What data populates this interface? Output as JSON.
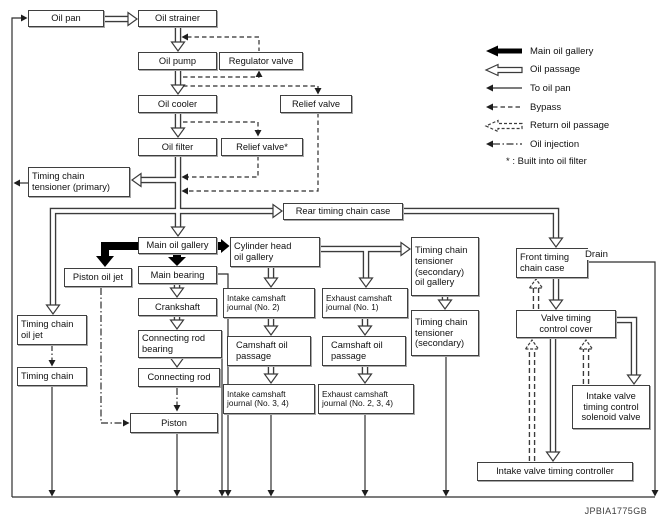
{
  "nodes": {
    "oil_pan": {
      "label": "Oil pan"
    },
    "oil_strainer": {
      "label": "Oil strainer"
    },
    "oil_pump": {
      "label": "Oil pump"
    },
    "regulator_valve": {
      "label": "Regulator valve"
    },
    "oil_cooler": {
      "label": "Oil cooler"
    },
    "relief_valve": {
      "label": "Relief valve"
    },
    "oil_filter": {
      "label": "Oil filter"
    },
    "relief_valve_star": {
      "label": "Relief valve*"
    },
    "tct_primary": {
      "label": "Timing chain\ntensioner (primary)"
    },
    "rear_case": {
      "label": "Rear timing chain case"
    },
    "main_gallery": {
      "label": "Main oil gallery"
    },
    "cyl_head_gallery": {
      "label": "Cylinder head\noil gallery"
    },
    "piston_oil_jet": {
      "label": "Piston oil jet"
    },
    "main_bearing": {
      "label": "Main bearing"
    },
    "crankshaft": {
      "label": "Crankshaft"
    },
    "conn_rod_bearing": {
      "label": "Connecting rod\nbearing"
    },
    "conn_rod": {
      "label": "Connecting rod"
    },
    "piston": {
      "label": "Piston"
    },
    "tc_oil_jet": {
      "label": "Timing chain\noil jet"
    },
    "timing_chain": {
      "label": "Timing chain"
    },
    "intake_cam_2": {
      "label": "Intake camshaft\njournal (No. 2)"
    },
    "exhaust_cam_1": {
      "label": "Exhaust camshaft\njournal (No. 1)"
    },
    "cam_passage_int": {
      "label": "Camshaft oil\npassage"
    },
    "cam_passage_exh": {
      "label": "Camshaft oil\npassage"
    },
    "intake_cam_34": {
      "label": "Intake camshaft\njournal (No. 3, 4)"
    },
    "exhaust_cam_234": {
      "label": "Exhaust camshaft\njournal (No. 2, 3, 4)"
    },
    "tct_sec_gallery": {
      "label": "Timing chain\ntensioner\n(secondary)\noil gallery"
    },
    "tct_secondary": {
      "label": "Timing chain\ntensioner\n(secondary)"
    },
    "front_case": {
      "label": "Front timing\nchain case"
    },
    "vtc_cover": {
      "label": "Valve timing\ncontrol cover"
    },
    "ivt_solenoid": {
      "label": "Intake valve\ntiming control\nsolenoid valve"
    },
    "ivt_controller": {
      "label": "Intake valve timing controller"
    }
  },
  "labels": {
    "drain": "Drain",
    "figure_code": "JPBIA1775GB"
  },
  "legend": {
    "items": [
      {
        "icon": "main-oil-gallery-arrow-icon",
        "label": "Main oil gallery"
      },
      {
        "icon": "oil-passage-arrow-icon",
        "label": "Oil passage"
      },
      {
        "icon": "to-oil-pan-arrow-icon",
        "label": "To oil pan"
      },
      {
        "icon": "bypass-arrow-icon",
        "label": "Bypass"
      },
      {
        "icon": "return-oil-passage-arrow-icon",
        "label": "Return oil passage"
      },
      {
        "icon": "oil-injection-arrow-icon",
        "label": "Oil injection"
      }
    ],
    "note": "* : Built into oil filter"
  },
  "colors": {
    "line": "#3b3b3b",
    "thick_arrow": "#000000",
    "box_border": "#3f3f3f",
    "background": "#ffffff"
  }
}
